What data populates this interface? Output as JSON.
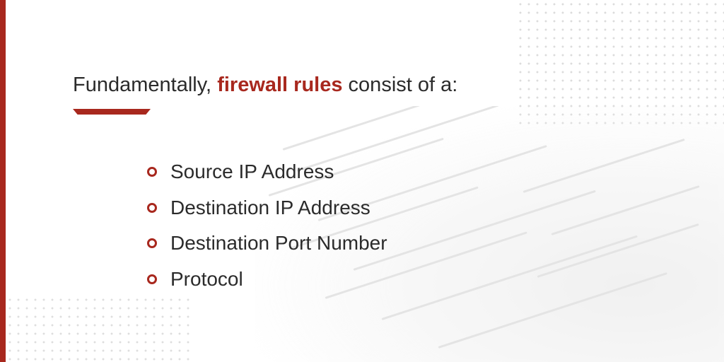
{
  "heading": {
    "prefix": "Fundamentally, ",
    "emphasis": "firewall rules",
    "suffix": " consist of a:"
  },
  "bullets": [
    {
      "label": "Source IP Address",
      "icon": "circle-bullet-icon"
    },
    {
      "label": "Destination IP Address",
      "icon": "circle-bullet-icon"
    },
    {
      "label": "Destination Port Number",
      "icon": "circle-bullet-icon"
    },
    {
      "label": "Protocol",
      "icon": "circle-bullet-icon"
    }
  ],
  "colors": {
    "accent": "#a8281e",
    "text": "#2b2b2b",
    "background": "#ffffff"
  }
}
